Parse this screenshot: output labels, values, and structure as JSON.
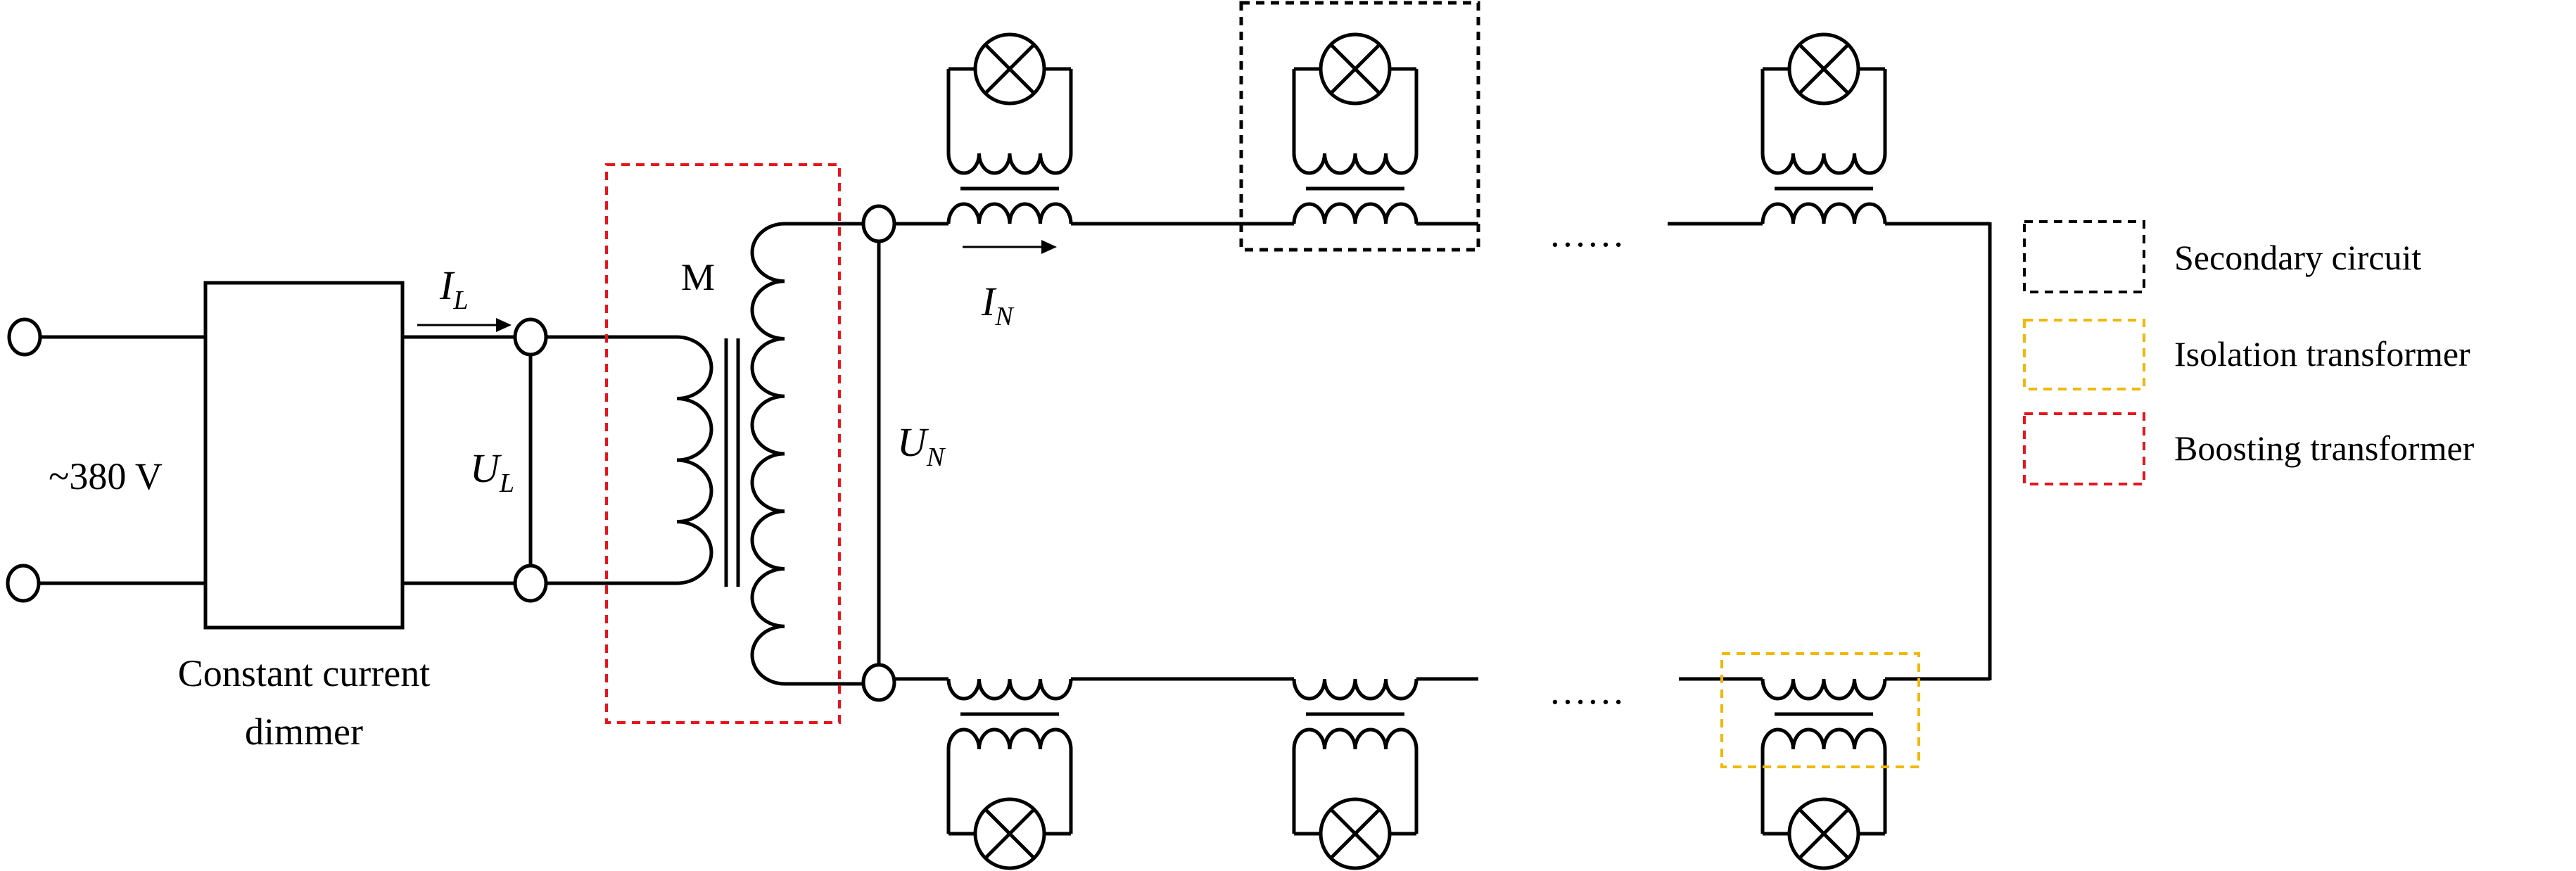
{
  "source": {
    "voltage_label": "~380 V"
  },
  "dimmer": {
    "label_line1": "Constant current",
    "label_line2": "dimmer"
  },
  "labels": {
    "IL_main": "I",
    "IL_sub": "L",
    "UL_main": "U",
    "UL_sub": "L",
    "M": "M",
    "UN_main": "U",
    "UN_sub": "N",
    "IN_main": "I",
    "IN_sub": "N",
    "ellipsis_top": "……",
    "ellipsis_bottom": "……"
  },
  "legend": {
    "items": [
      {
        "label": "Secondary circuit",
        "color": "#000000"
      },
      {
        "label": "Isolation transformer",
        "color": "#f2b705"
      },
      {
        "label": "Boosting transformer",
        "color": "#e8141c"
      }
    ]
  }
}
